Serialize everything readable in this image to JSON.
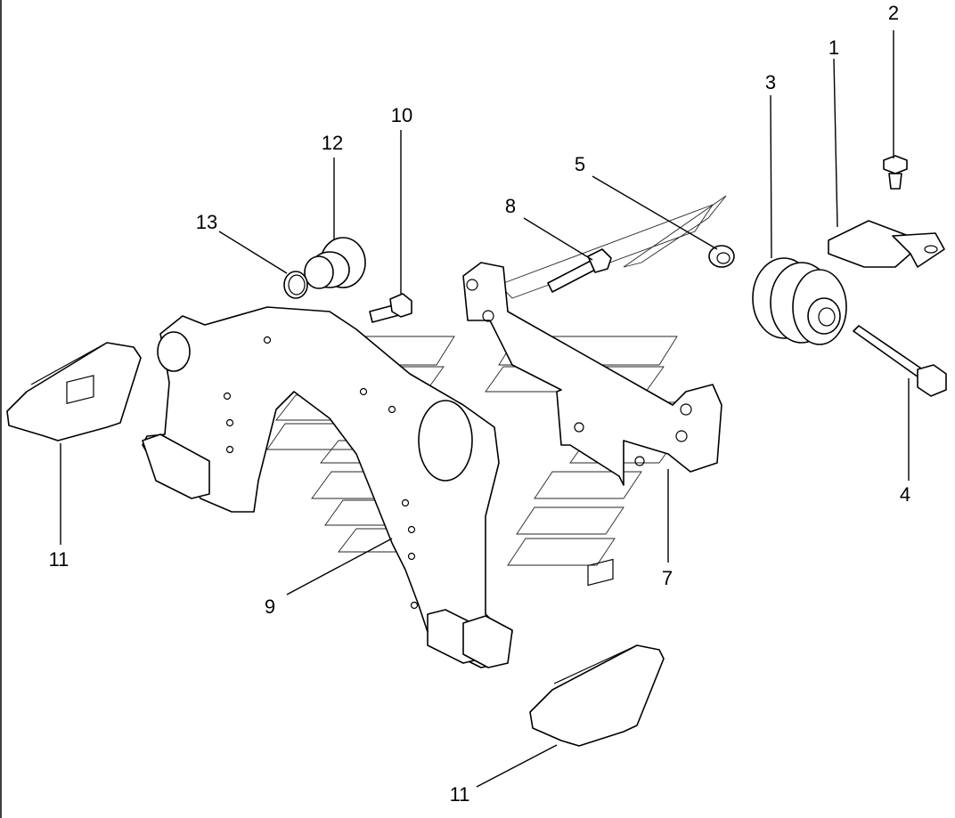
{
  "diagram": {
    "callouts": [
      {
        "id": "c1",
        "label": "1"
      },
      {
        "id": "c2",
        "label": "2"
      },
      {
        "id": "c3",
        "label": "3"
      },
      {
        "id": "c4",
        "label": "4"
      },
      {
        "id": "c5",
        "label": "5"
      },
      {
        "id": "c7",
        "label": "7"
      },
      {
        "id": "c8",
        "label": "8"
      },
      {
        "id": "c9",
        "label": "9"
      },
      {
        "id": "c10",
        "label": "10"
      },
      {
        "id": "c11a",
        "label": "11"
      },
      {
        "id": "c11b",
        "label": "11"
      },
      {
        "id": "c12",
        "label": "12"
      },
      {
        "id": "c13",
        "label": "13"
      }
    ],
    "parts": [
      {
        "number": "1",
        "icon": "bracket-plate-icon"
      },
      {
        "number": "2",
        "icon": "bolt-icon"
      },
      {
        "number": "3",
        "icon": "rubber-mount-icon"
      },
      {
        "number": "4",
        "icon": "bolt-icon"
      },
      {
        "number": "5",
        "icon": "nut-icon"
      },
      {
        "number": "7",
        "icon": "bracket-icon"
      },
      {
        "number": "8",
        "icon": "bolt-icon"
      },
      {
        "number": "9",
        "icon": "support-bracket-icon"
      },
      {
        "number": "10",
        "icon": "bolt-icon"
      },
      {
        "number": "11",
        "icon": "cushion-block-icon"
      },
      {
        "number": "12",
        "icon": "bushing-icon"
      },
      {
        "number": "13",
        "icon": "o-ring-icon"
      }
    ]
  }
}
